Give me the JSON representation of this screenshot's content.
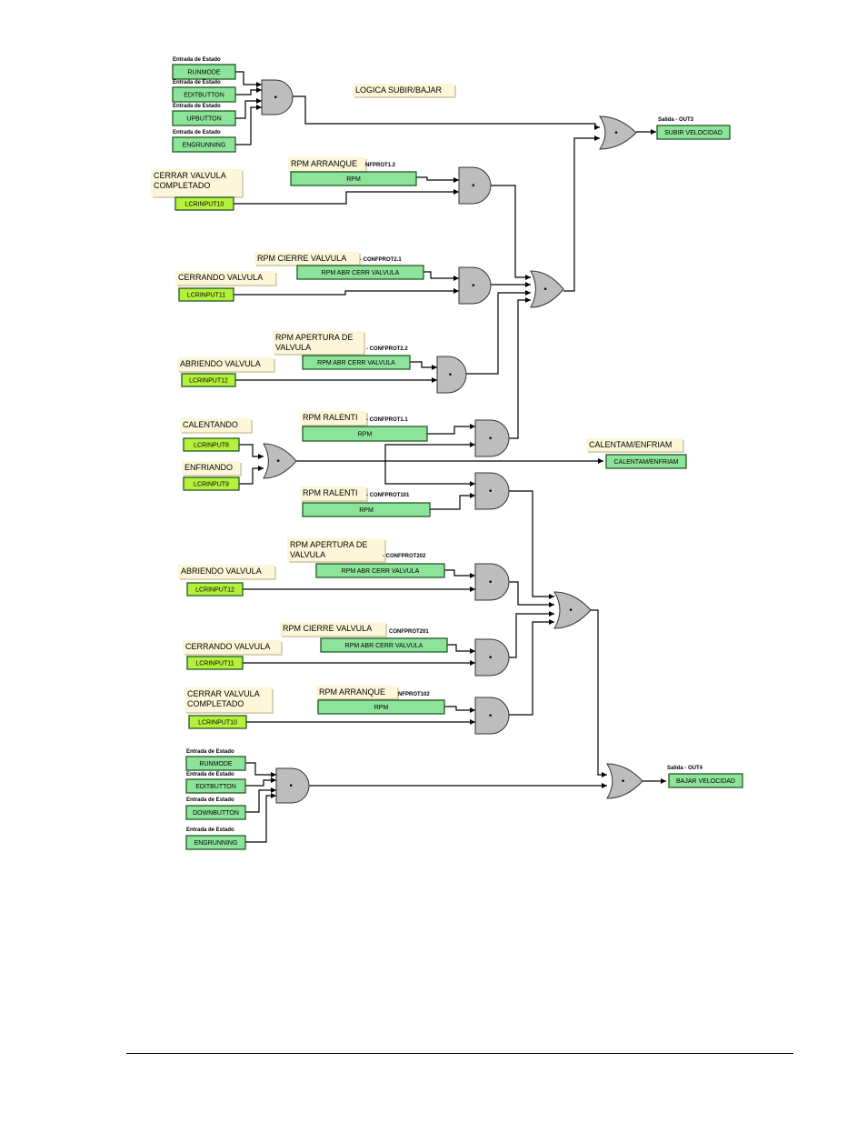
{
  "title": "LOGICA SUBIR/BAJAR",
  "state_input_caption": "Entrada de Estado",
  "gate_symbol": "•",
  "colors": {
    "green_box": "#8ee39a",
    "lime_box": "#b4f03c",
    "label_bg": "#fdf6d8",
    "gate": "#bdbdbd"
  },
  "boxes": [
    {
      "id": "runmode1",
      "text": "RUNMODE",
      "style": "green"
    },
    {
      "id": "editbtn1",
      "text": "EDITBUTTON",
      "style": "green"
    },
    {
      "id": "upbtn",
      "text": "UPBUTTON",
      "style": "green"
    },
    {
      "id": "engrun1",
      "text": "ENGRUNNING",
      "style": "green"
    },
    {
      "id": "out3",
      "text": "SUBIR VELOCIDAD",
      "style": "green"
    },
    {
      "id": "rpm_arr1",
      "text": "RPM",
      "style": "green"
    },
    {
      "id": "lcr10a",
      "text": "LCRINPUT10",
      "style": "lime"
    },
    {
      "id": "rpm_cierre1",
      "text": "RPM ABR CERR VALVULA",
      "style": "green"
    },
    {
      "id": "lcr11a",
      "text": "LCRINPUT11",
      "style": "lime"
    },
    {
      "id": "rpm_apert1",
      "text": "RPM ABR CERR VALVULA",
      "style": "green"
    },
    {
      "id": "lcr12a",
      "text": "LCRINPUT12",
      "style": "lime"
    },
    {
      "id": "rpm_ral1",
      "text": "RPM",
      "style": "green"
    },
    {
      "id": "lcr8",
      "text": "LCRINPUT8",
      "style": "lime"
    },
    {
      "id": "lcr9",
      "text": "LCRINPUT9",
      "style": "lime"
    },
    {
      "id": "calent_out",
      "text": "CALENTAM/ENFRIAM",
      "style": "green"
    },
    {
      "id": "rpm_ral2",
      "text": "RPM",
      "style": "green"
    },
    {
      "id": "rpm_apert2",
      "text": "RPM ABR CERR VALVULA",
      "style": "green"
    },
    {
      "id": "lcr12b",
      "text": "LCRINPUT12",
      "style": "lime"
    },
    {
      "id": "rpm_cierre2",
      "text": "RPM ABR CERR VALVULA",
      "style": "green"
    },
    {
      "id": "lcr11b",
      "text": "LCRINPUT11",
      "style": "lime"
    },
    {
      "id": "rpm_arr2",
      "text": "RPM",
      "style": "green"
    },
    {
      "id": "lcr10b",
      "text": "LCRINPUT10",
      "style": "lime"
    },
    {
      "id": "runmode2",
      "text": "RUNMODE",
      "style": "green"
    },
    {
      "id": "editbtn2",
      "text": "EDITBUTTON",
      "style": "green"
    },
    {
      "id": "downbtn",
      "text": "DOWNBUTTON",
      "style": "green"
    },
    {
      "id": "engrun2",
      "text": "ENGRUNNING",
      "style": "green"
    },
    {
      "id": "out4",
      "text": "BAJAR VELOCIDAD",
      "style": "green"
    }
  ],
  "labels": [
    {
      "id": "lbl_title",
      "lines": [
        "LOGICA SUBIR/BAJAR"
      ]
    },
    {
      "id": "lbl_rpm_arr1",
      "lines": [
        "RPM ARRANQUE"
      ]
    },
    {
      "id": "lbl_cerrar1",
      "lines": [
        "CERRAR VALVULA",
        "COMPLETADO"
      ]
    },
    {
      "id": "lbl_rpm_cierre1",
      "lines": [
        "RPM CIERRE VALVULA"
      ]
    },
    {
      "id": "lbl_cerrando1",
      "lines": [
        "CERRANDO VALVULA"
      ]
    },
    {
      "id": "lbl_rpm_apert1",
      "lines": [
        "RPM APERTURA DE",
        "VALVULA"
      ]
    },
    {
      "id": "lbl_abriendo1",
      "lines": [
        "ABRIENDO VALVULA"
      ]
    },
    {
      "id": "lbl_rpm_ral1",
      "lines": [
        "RPM RALENTI"
      ]
    },
    {
      "id": "lbl_calentando",
      "lines": [
        "CALENTANDO"
      ]
    },
    {
      "id": "lbl_enfriando",
      "lines": [
        "ENFRIANDO"
      ]
    },
    {
      "id": "lbl_calent_out",
      "lines": [
        "CALENTAM/ENFRIAM"
      ]
    },
    {
      "id": "lbl_rpm_ral2",
      "lines": [
        "RPM RALENTI"
      ]
    },
    {
      "id": "lbl_rpm_apert2",
      "lines": [
        "RPM APERTURA DE",
        "VALVULA"
      ]
    },
    {
      "id": "lbl_abriendo2",
      "lines": [
        "ABRIENDO VALVULA"
      ]
    },
    {
      "id": "lbl_rpm_cierre2",
      "lines": [
        "RPM CIERRE VALVULA"
      ]
    },
    {
      "id": "lbl_cerrando2",
      "lines": [
        "CERRANDO VALVULA"
      ]
    },
    {
      "id": "lbl_rpm_arr2",
      "lines": [
        "RPM ARRANQUE"
      ]
    },
    {
      "id": "lbl_cerrar2",
      "lines": [
        "CERRAR VALVULA",
        "COMPLETADO"
      ]
    }
  ],
  "tags": [
    {
      "id": "tag_out3",
      "text": "Salida - OUT3"
    },
    {
      "id": "tag_out4",
      "text": "Salida - OUT4"
    },
    {
      "id": "tag_cp112",
      "text": "NFPROT1.2"
    },
    {
      "id": "tag_cp21",
      "text": "- CONFPROT2.1"
    },
    {
      "id": "tag_cp22",
      "text": "- CONFPROT2.2"
    },
    {
      "id": "tag_cp11",
      "text": "- CONFPROT1.1"
    },
    {
      "id": "tag_cp101",
      "text": "- CONFPROT101"
    },
    {
      "id": "tag_cp202",
      "text": "- CONFPROT202"
    },
    {
      "id": "tag_cp201",
      "text": "CONFPROT201"
    },
    {
      "id": "tag_cp102",
      "text": "NFPROT102"
    }
  ]
}
